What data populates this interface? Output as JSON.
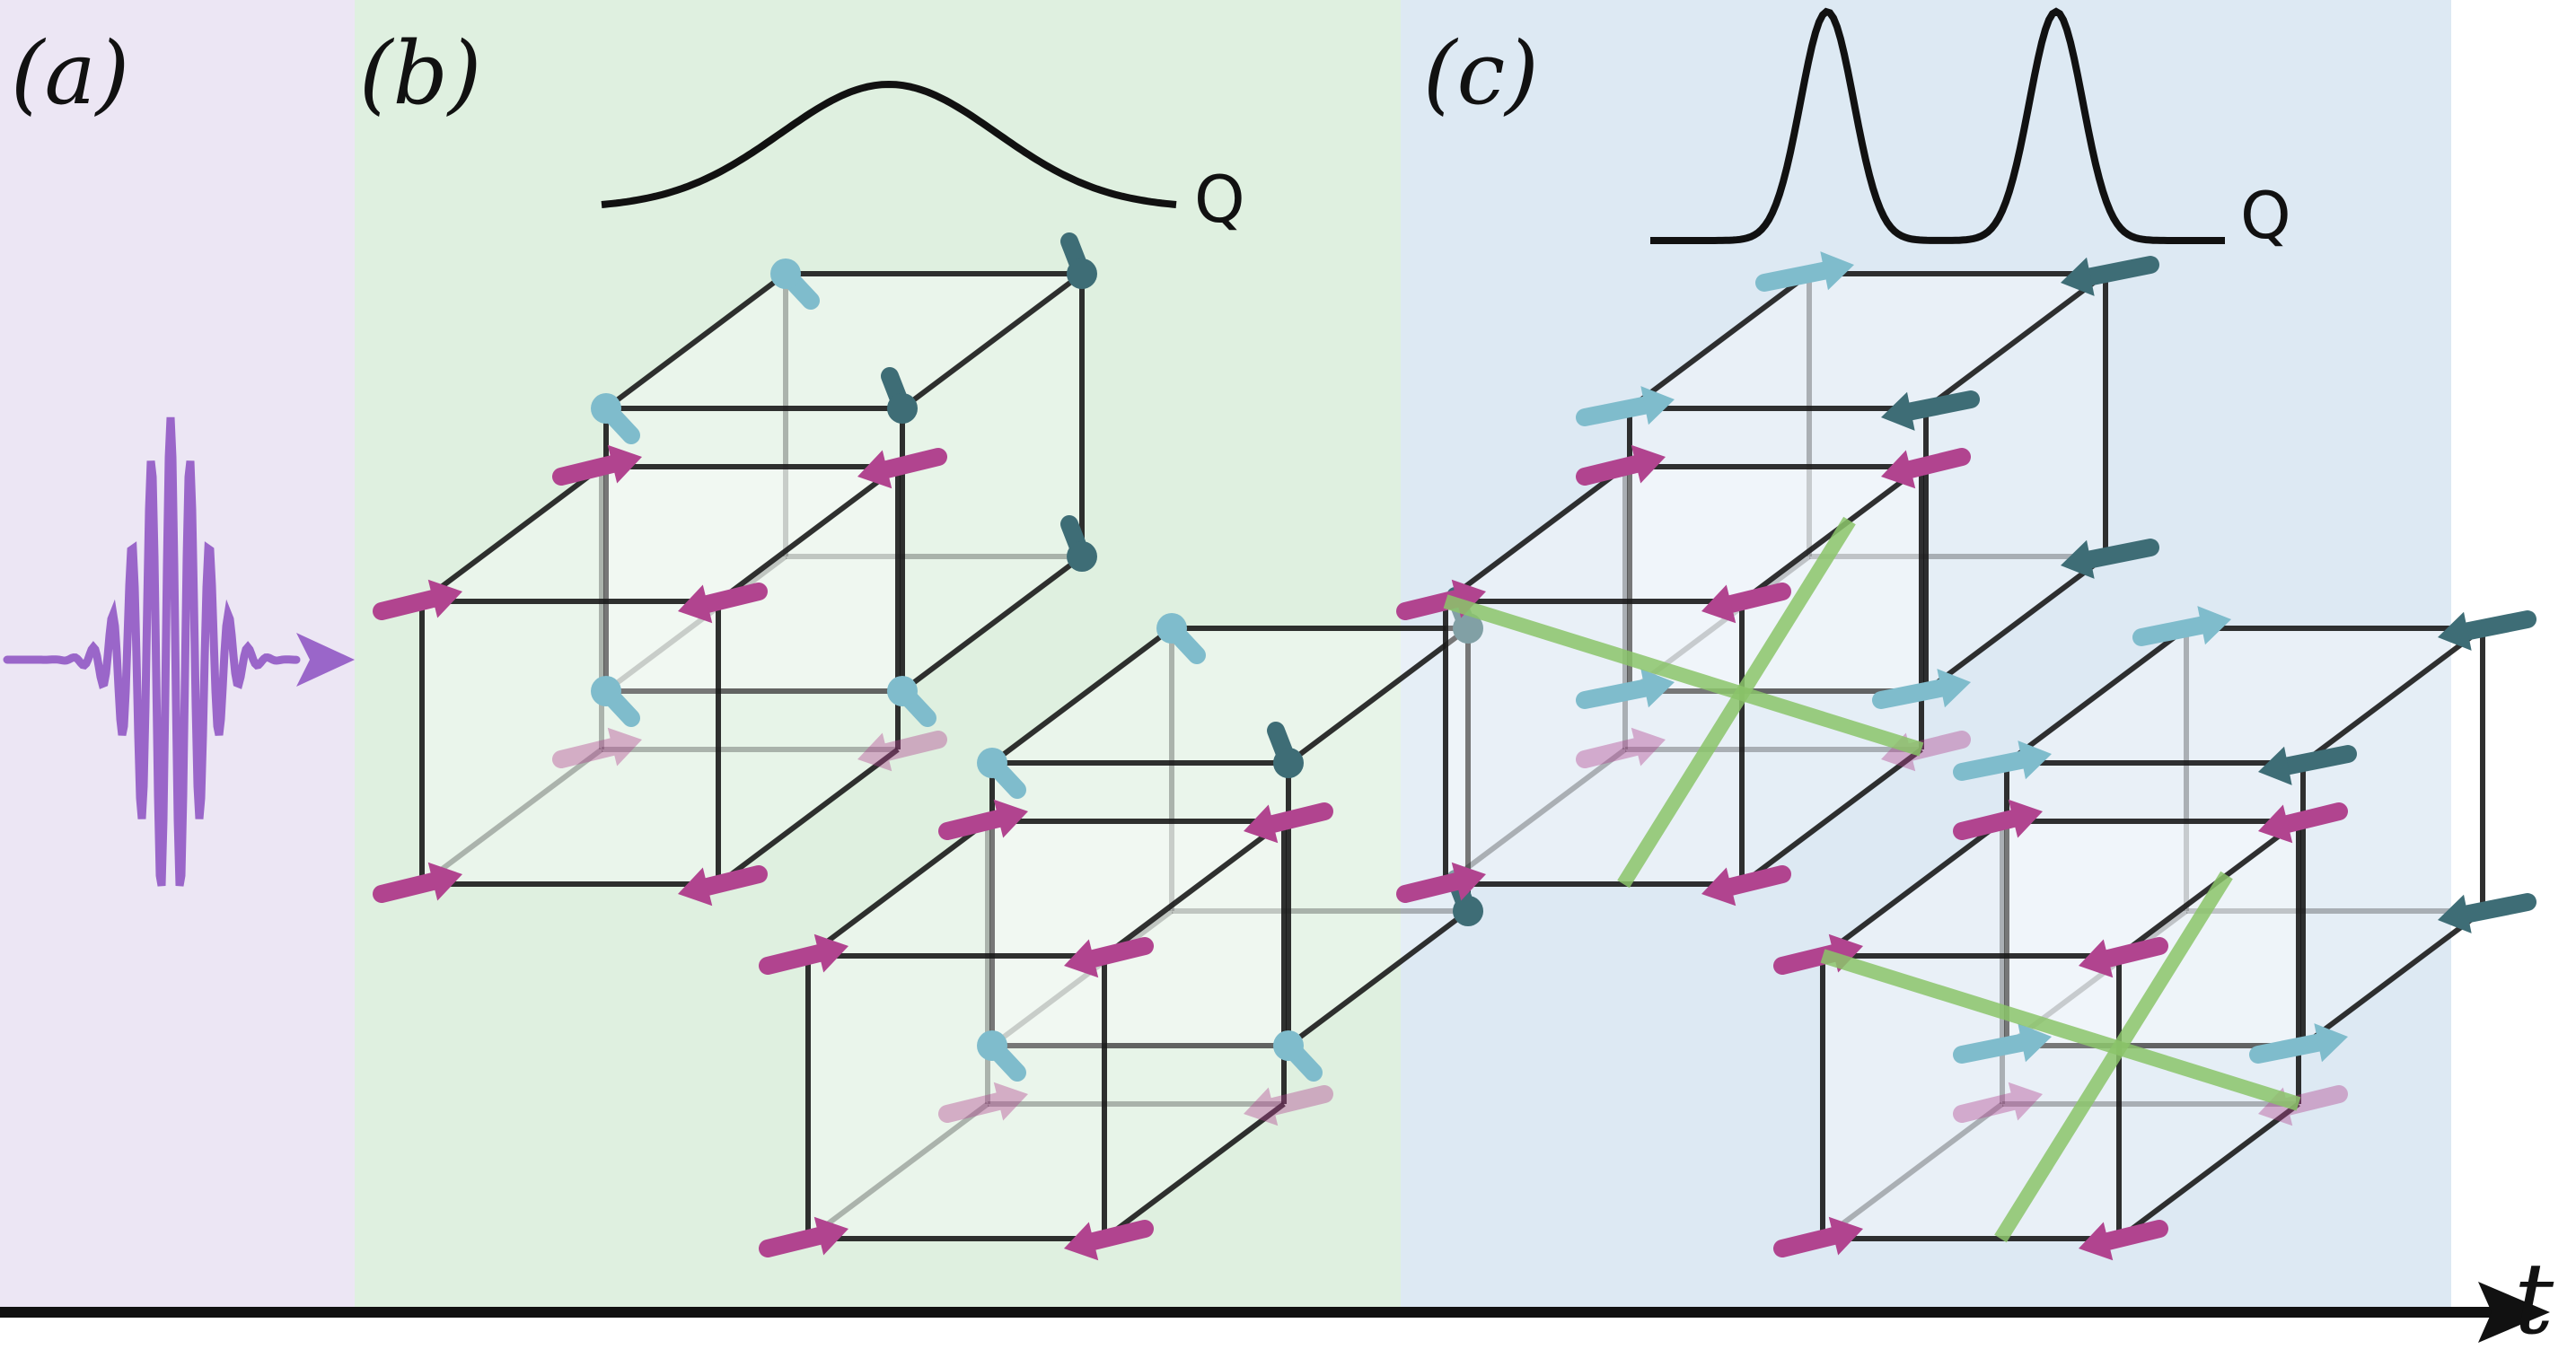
{
  "panels": [
    {
      "label": "(a)",
      "background": "#ece6f4"
    },
    {
      "label": "(b)",
      "background": "#dff0e0",
      "curve_label": "Q"
    },
    {
      "label": "(c)",
      "background": "#dde9f3",
      "curve_label": "Q"
    }
  ],
  "time_axis_label": "t",
  "colors": {
    "pulse": "#9a66c9",
    "magenta_spin": "#b1448f",
    "cyan_spin": "#7fbccc",
    "dark_teal_spin": "#3e6d76",
    "bond": "#8bc46a",
    "frame": "#1a1a1a"
  }
}
